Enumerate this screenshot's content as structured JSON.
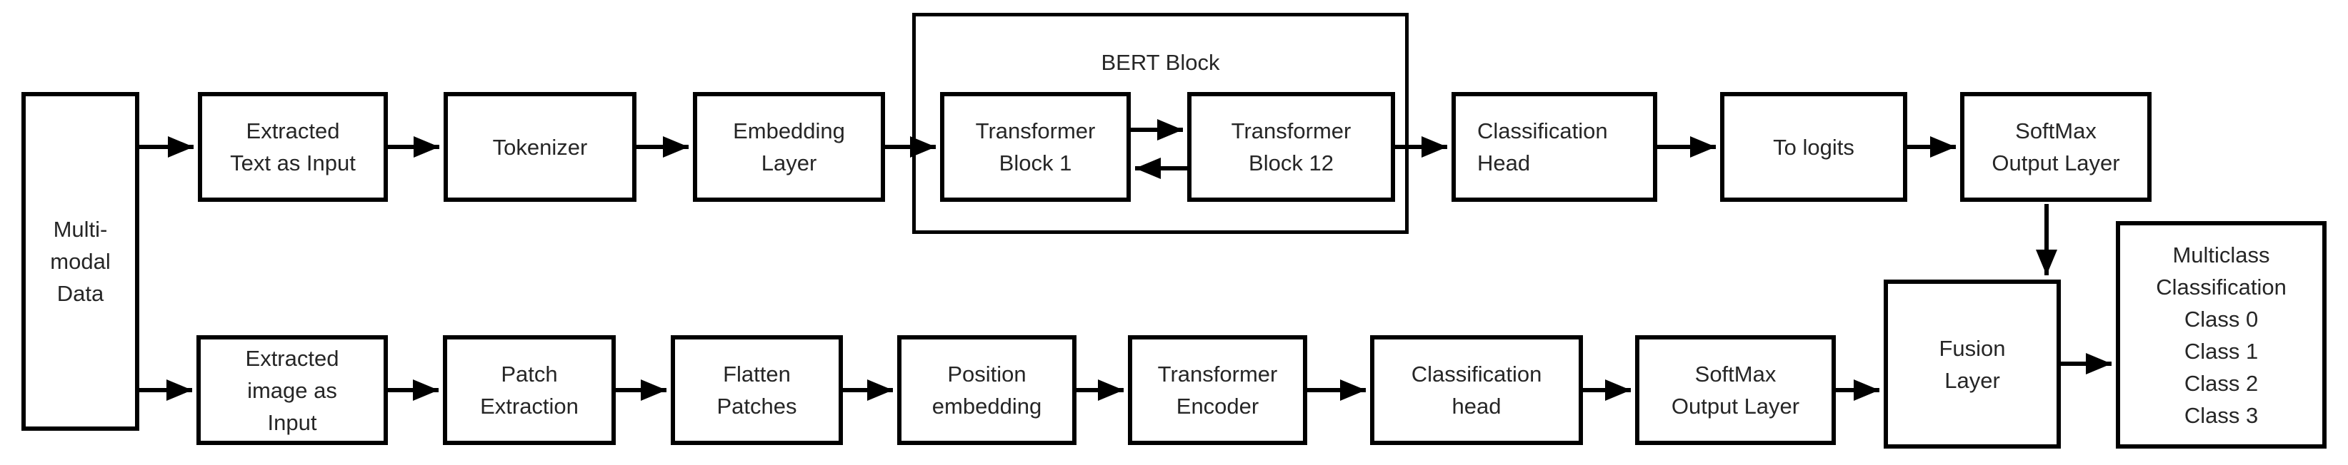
{
  "colors": {
    "background": "#ffffff",
    "line": "#000000",
    "text": "#262626"
  },
  "nodes": {
    "multimodal": {
      "lines": [
        "Multi-",
        "modal",
        "Data"
      ]
    },
    "ext_text": {
      "lines": [
        "Extracted",
        "Text as Input"
      ]
    },
    "tokenizer": {
      "lines": [
        "Tokenizer"
      ]
    },
    "embedding": {
      "lines": [
        "Embedding",
        "Layer"
      ]
    },
    "bert_block": {
      "title": "BERT Block"
    },
    "transformer_block_1": {
      "lines": [
        "Transformer",
        "Block 1"
      ]
    },
    "transformer_block_12": {
      "lines": [
        "Transformer",
        "Block 12"
      ]
    },
    "classification_head_top": {
      "lines": [
        "Classification",
        "Head"
      ]
    },
    "to_logits": {
      "lines": [
        "To logits"
      ]
    },
    "softmax_top": {
      "lines": [
        "SoftMax",
        "Output Layer"
      ]
    },
    "ext_image": {
      "lines": [
        "Extracted",
        "image as",
        "Input"
      ]
    },
    "patch_extraction": {
      "lines": [
        "Patch",
        "Extraction"
      ]
    },
    "flatten_patches": {
      "lines": [
        "Flatten",
        "Patches"
      ]
    },
    "position_embedding": {
      "lines": [
        "Position",
        "embedding"
      ]
    },
    "transformer_encoder": {
      "lines": [
        "Transformer",
        "Encoder"
      ]
    },
    "classification_head_bottom": {
      "lines": [
        "Classification",
        "head"
      ]
    },
    "softmax_bottom": {
      "lines": [
        "SoftMax",
        "Output Layer"
      ]
    },
    "fusion": {
      "lines": [
        "Fusion",
        "Layer"
      ]
    },
    "multiclass": {
      "lines": [
        "Multiclass",
        "Classification",
        "Class 0",
        "Class 1",
        "Class 2",
        "Class 3"
      ]
    }
  },
  "connections": [
    {
      "from": "multimodal",
      "to": "ext_text"
    },
    {
      "from": "ext_text",
      "to": "tokenizer"
    },
    {
      "from": "tokenizer",
      "to": "embedding"
    },
    {
      "from": "embedding",
      "to": "transformer_block_1"
    },
    {
      "from": "transformer_block_1",
      "to": "transformer_block_12"
    },
    {
      "from": "transformer_block_12",
      "to": "transformer_block_1"
    },
    {
      "from": "transformer_block_12",
      "to": "classification_head_top"
    },
    {
      "from": "classification_head_top",
      "to": "to_logits"
    },
    {
      "from": "to_logits",
      "to": "softmax_top"
    },
    {
      "from": "softmax_top",
      "to": "fusion"
    },
    {
      "from": "multimodal",
      "to": "ext_image"
    },
    {
      "from": "ext_image",
      "to": "patch_extraction"
    },
    {
      "from": "patch_extraction",
      "to": "flatten_patches"
    },
    {
      "from": "flatten_patches",
      "to": "position_embedding"
    },
    {
      "from": "position_embedding",
      "to": "transformer_encoder"
    },
    {
      "from": "transformer_encoder",
      "to": "classification_head_bottom"
    },
    {
      "from": "classification_head_bottom",
      "to": "softmax_bottom"
    },
    {
      "from": "softmax_bottom",
      "to": "fusion"
    },
    {
      "from": "fusion",
      "to": "multiclass"
    }
  ]
}
